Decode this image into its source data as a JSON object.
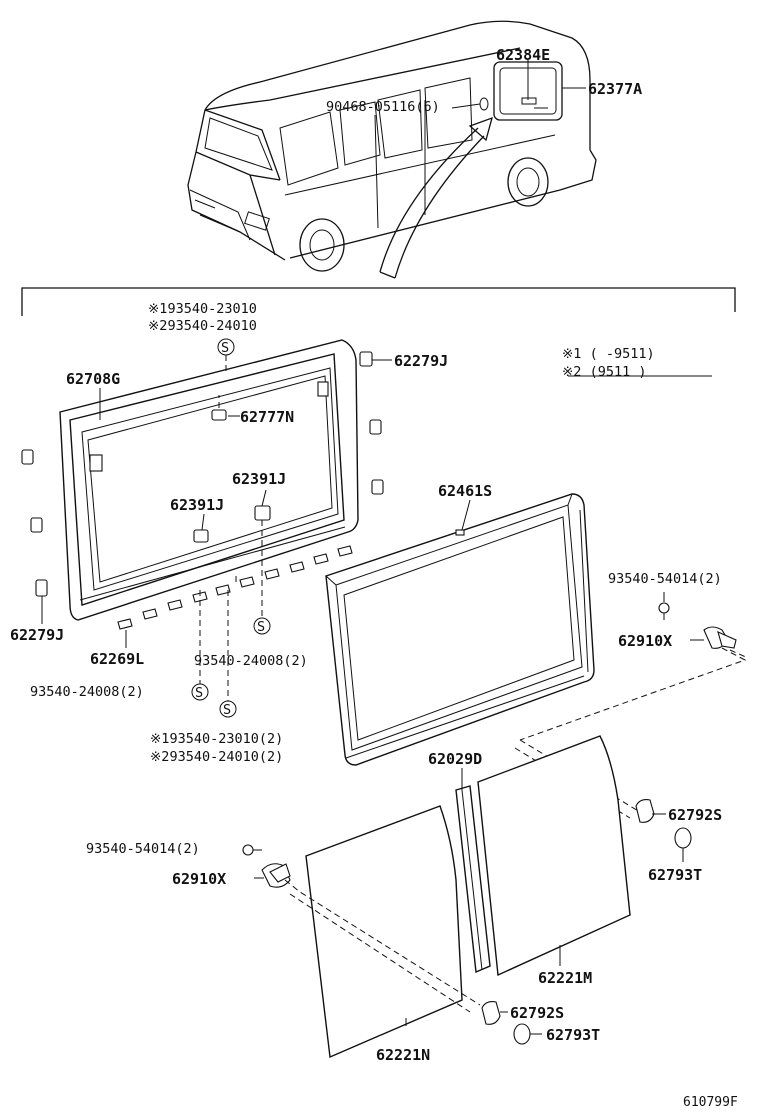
{
  "diagram": {
    "header_note_1": "※1 (     -9511)",
    "header_note_2": "※2 (9511      )",
    "image_id": "610799F",
    "labels": {
      "p62384E": "62384E",
      "p62377A": "62377A",
      "p90468": "90468-05116(6)",
      "p_sym1_top": "※193540-23010",
      "p_sym2_top": "※293540-24010",
      "p62708G": "62708G",
      "p62279J_top": "62279J",
      "p62777N": "62777N",
      "p62391J_right": "62391J",
      "p62391J_left": "62391J",
      "p62461S": "62461S",
      "p62279J_bot": "62279J",
      "p62269L": "62269L",
      "p93540_24008_right": "93540-24008(2)",
      "p93540_24008_left": "93540-24008(2)",
      "p_sym1_bot": "※193540-23010(2)",
      "p_sym2_bot": "※293540-24010(2)",
      "p93540_54014_right": "93540-54014(2)",
      "p62910X_right": "62910X",
      "p62029D": "62029D",
      "p62792S_right": "62792S",
      "p62793T_right": "62793T",
      "p93540_54014_left": "93540-54014(2)",
      "p62910X_left": "62910X",
      "p62221M": "62221M",
      "p62792S_bot": "62792S",
      "p62793T_bot": "62793T",
      "p62221N": "62221N"
    },
    "clip_symbol": "S"
  }
}
